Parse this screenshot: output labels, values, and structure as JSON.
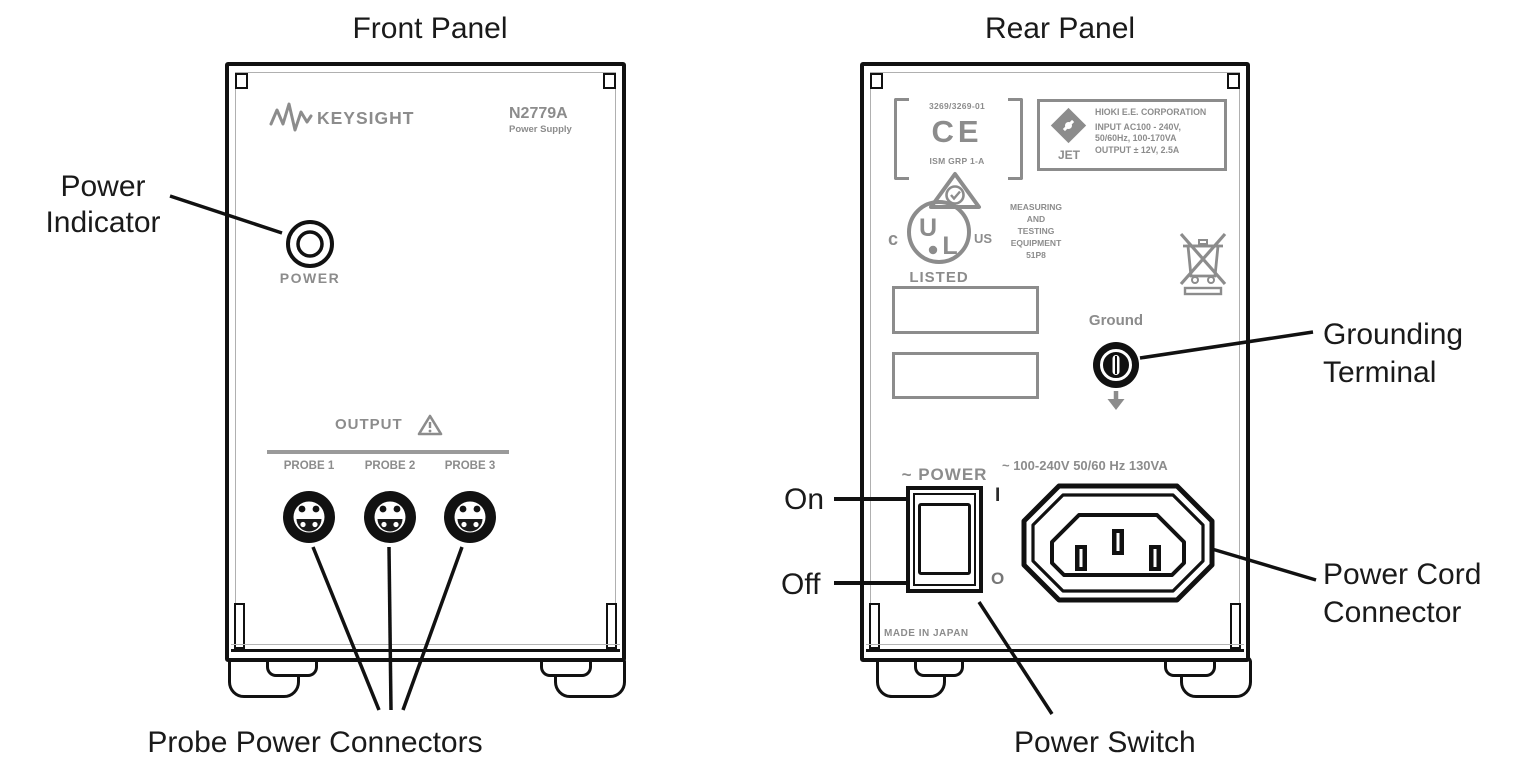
{
  "titles": {
    "front": "Front Panel",
    "rear": "Rear Panel"
  },
  "front": {
    "brand": "KEYSIGHT",
    "model": "N2779A",
    "model_sub": "Power Supply",
    "power": "POWER",
    "output": "OUTPUT",
    "probes": [
      "PROBE 1",
      "PROBE 2",
      "PROBE 3"
    ]
  },
  "rear": {
    "ce_top": "3269/3269-01",
    "ce_mark": "CE",
    "ce_bottom": "ISM GRP 1-A",
    "label": {
      "company": "HIOKI E.E. CORPORATION",
      "input1": "INPUT AC100 - 240V,",
      "input2": "50/60Hz, 100-170VA",
      "output": "OUTPUT ± 12V, 2.5A",
      "jet": "JET"
    },
    "ul": {
      "letter_u": "U",
      "letter_l": "L",
      "c": "c",
      "us": "US",
      "listed": "LISTED",
      "lines": [
        "MEASURING",
        "AND",
        "TESTING",
        "EQUIPMENT",
        "51P8"
      ]
    },
    "ground": "Ground",
    "power": "~ POWER",
    "on_mark": "I",
    "off_mark": "O",
    "rating": "~ 100-240V  50/60 Hz 130VA",
    "made_in": "MADE IN JAPAN"
  },
  "callouts": {
    "power_1": "Power",
    "power_2": "Indicator",
    "probes": "Probe Power Connectors",
    "ground_1": "Grounding",
    "ground_2": "Terminal",
    "cord_1": "Power Cord",
    "cord_2": "Connector",
    "on": "On",
    "off": "Off",
    "switch": "Power Switch"
  },
  "colors": {
    "print_gray": "#8c8c8c",
    "ink": "#111111"
  }
}
